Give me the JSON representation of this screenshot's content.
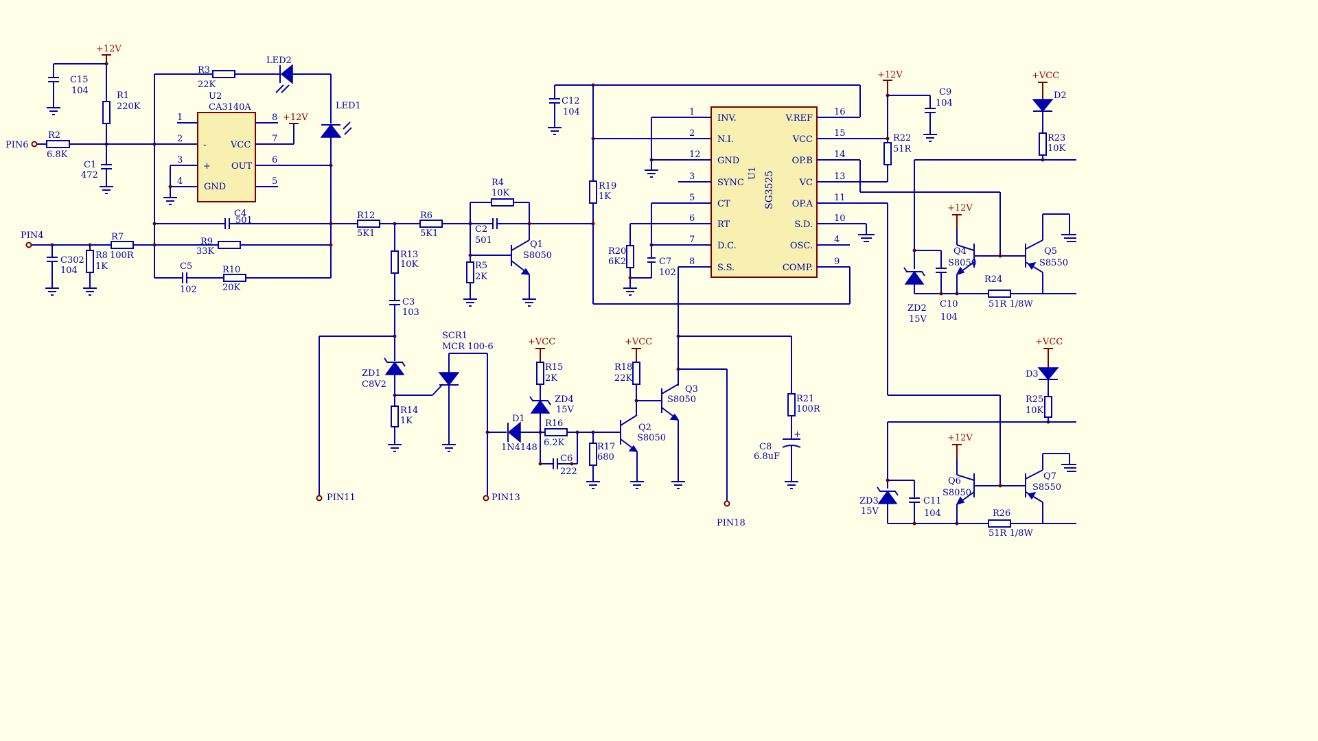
{
  "supplies": {
    "p12v": "+12V",
    "vcc": "+VCC"
  },
  "pins": {
    "pin6": "PIN6",
    "pin4": "PIN4",
    "pin11": "PIN11",
    "pin13": "PIN13",
    "pin18": "PIN18"
  },
  "u2": {
    "ref": "U2",
    "part": "CA3140A",
    "minus": "-",
    "plus": "+",
    "vcc": "VCC",
    "out": "OUT",
    "gnd": "GND",
    "p1": "1",
    "p2": "2",
    "p3": "3",
    "p4": "4",
    "p5": "5",
    "p6": "6",
    "p7": "7",
    "p8": "8"
  },
  "u1": {
    "ref": "U1",
    "part": "SG3525",
    "left": [
      {
        "name": "INV.",
        "num": "1"
      },
      {
        "name": "N.I.",
        "num": "2"
      },
      {
        "name": "GND",
        "num": "12"
      },
      {
        "name": "SYNC",
        "num": "3"
      },
      {
        "name": "CT",
        "num": "5"
      },
      {
        "name": "RT",
        "num": "6"
      },
      {
        "name": "D.C.",
        "num": "7"
      },
      {
        "name": "S.S.",
        "num": "8"
      }
    ],
    "right": [
      {
        "name": "V.REF",
        "num": "16"
      },
      {
        "name": "VCC",
        "num": "15"
      },
      {
        "name": "OP.B",
        "num": "14"
      },
      {
        "name": "VC",
        "num": "13"
      },
      {
        "name": "OP.A",
        "num": "11"
      },
      {
        "name": "S.D.",
        "num": "10"
      },
      {
        "name": "OSC.",
        "num": "4"
      },
      {
        "name": "COMP.",
        "num": "9"
      }
    ]
  },
  "parts": {
    "C15": [
      "C15",
      "104"
    ],
    "R1": [
      "R1",
      "220K"
    ],
    "R2": [
      "R2",
      "6.8K"
    ],
    "C1": [
      "C1",
      "472"
    ],
    "R3": [
      "R3",
      "22K"
    ],
    "LED2": [
      "LED2"
    ],
    "LED1": [
      "LED1"
    ],
    "C4": [
      "C4",
      "501"
    ],
    "C302": [
      "C302",
      "104"
    ],
    "R8": [
      "R8",
      "1K"
    ],
    "R7": [
      "R7",
      "100R"
    ],
    "R9": [
      "R9",
      "33K"
    ],
    "C5": [
      "C5",
      "102"
    ],
    "R10": [
      "R10",
      "20K"
    ],
    "R12": [
      "R12",
      "5K1"
    ],
    "R13": [
      "R13",
      "10K"
    ],
    "C3": [
      "C3",
      "103"
    ],
    "ZD1": [
      "ZD1",
      "C8V2"
    ],
    "R14": [
      "R14",
      "1K"
    ],
    "SCR1": [
      "SCR1",
      "MCR 100-6"
    ],
    "R6": [
      "R6",
      "5K1"
    ],
    "R4": [
      "R4",
      "10K"
    ],
    "C2": [
      "C2",
      "501"
    ],
    "R5": [
      "R5",
      "2K"
    ],
    "Q1": [
      "Q1",
      "S8050"
    ],
    "C12": [
      "C12",
      "104"
    ],
    "R19": [
      "R19",
      "1K"
    ],
    "R20": [
      "R20",
      "6K2"
    ],
    "C7": [
      "C7",
      "102"
    ],
    "D1": [
      "D1",
      "1N4148"
    ],
    "R15": [
      "R15",
      "2K"
    ],
    "ZD4": [
      "ZD4",
      "15V"
    ],
    "R16": [
      "R16",
      "6.2K"
    ],
    "C6": [
      "C6",
      "222"
    ],
    "R17": [
      "R17",
      "680"
    ],
    "Q2": [
      "Q2",
      "S8050"
    ],
    "R18": [
      "R18",
      "22K"
    ],
    "Q3": [
      "Q3",
      "S8050"
    ],
    "R21": [
      "R21",
      "100R"
    ],
    "C8": [
      "C8",
      "6.8uF"
    ],
    "C9": [
      "C9",
      "104"
    ],
    "R22": [
      "R22",
      "51R"
    ],
    "D2": [
      "D2"
    ],
    "R23": [
      "R23",
      "10K"
    ],
    "Q4": [
      "Q4",
      "S8050"
    ],
    "Q5": [
      "Q5",
      "S8550"
    ],
    "ZD2": [
      "ZD2",
      "15V"
    ],
    "C10": [
      "C10",
      "104"
    ],
    "R24": [
      "R24",
      "51R  1/8W"
    ],
    "D3": [
      "D3"
    ],
    "R25": [
      "R25",
      "10K"
    ],
    "Q6": [
      "Q6",
      "S8050"
    ],
    "Q7": [
      "Q7",
      "S8550"
    ],
    "ZD3": [
      "ZD3",
      "15V"
    ],
    "C11": [
      "C11",
      "104"
    ],
    "R26": [
      "R26",
      "51R  1/8W"
    ]
  }
}
